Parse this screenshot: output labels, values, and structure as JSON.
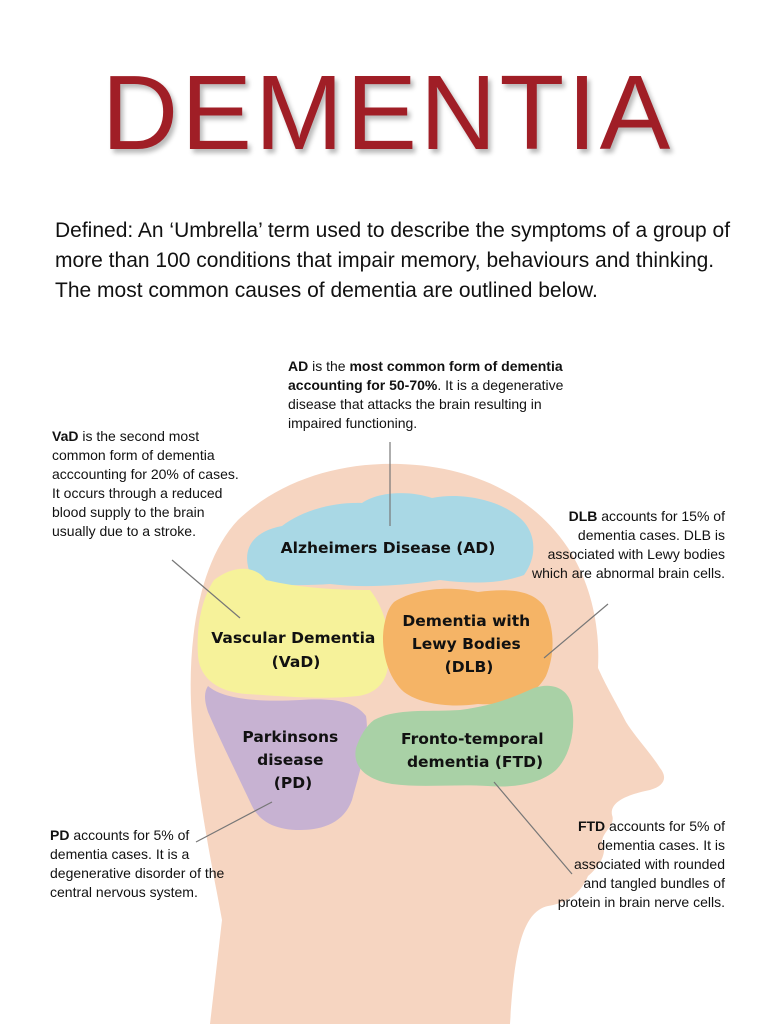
{
  "title": "DEMENTIA",
  "definition": "Defined: An ‘Umbrella’ term used to describe the symptoms of a group of more than 100 conditions that impair memory, behaviours and thinking. The most common causes of dementia are outlined below.",
  "colors": {
    "title": "#a01e26",
    "head": "#f6d5c1",
    "alzheimers": "#a9d8e5",
    "vascular": "#f6f29a",
    "lewy": "#f5b466",
    "parkinsons": "#c7b2d2",
    "frontotemporal": "#a9d1a6",
    "leader_line": "#777777"
  },
  "regions": {
    "ad": {
      "label": [
        "Alzheimers Disease (AD)"
      ]
    },
    "vad": {
      "label": [
        "Vascular Dementia",
        "(VaD)"
      ]
    },
    "dlb": {
      "label": [
        "Dementia with",
        "Lewy Bodies",
        "(DLB)"
      ]
    },
    "pd": {
      "label": [
        "Parkinsons",
        "disease",
        "(PD)"
      ]
    },
    "ftd": {
      "label": [
        "Fronto-temporal",
        "dementia (FTD)"
      ]
    }
  },
  "notes": {
    "ad": {
      "abbr": "AD",
      "t1": " is the ",
      "bold": "most common form of dementia accounting for 50-70%",
      "t2": ".  It is a degenerative disease that attacks the brain resulting in impaired functioning."
    },
    "vad": {
      "abbr": "VaD",
      "text": " is the second most common form of dementia acccounting for 20% of cases. It occurs through a reduced blood supply to the brain usually due to a stroke."
    },
    "dlb": {
      "abbr": "DLB",
      "text": " accounts for 15% of dementia cases. DLB is associated with Lewy bodies which are abnormal brain cells."
    },
    "pd": {
      "abbr": "PD",
      "text": " accounts for 5% of dementia cases. It is a degenerative disorder of the central nervous system."
    },
    "ftd": {
      "abbr": "FTD",
      "text": " accounts for 5% of dementia cases. It is associated with rounded and tangled bundles of protein in brain nerve cells."
    }
  }
}
